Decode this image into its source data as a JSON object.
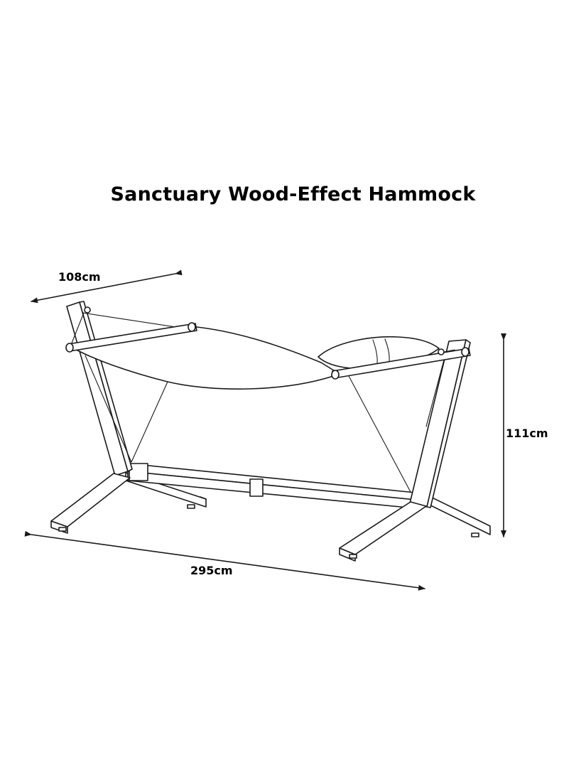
{
  "title": "Sanctuary Wood-Effect Hammock",
  "dimensions": {
    "width": "108cm",
    "height": "111cm",
    "length": "295cm"
  }
}
